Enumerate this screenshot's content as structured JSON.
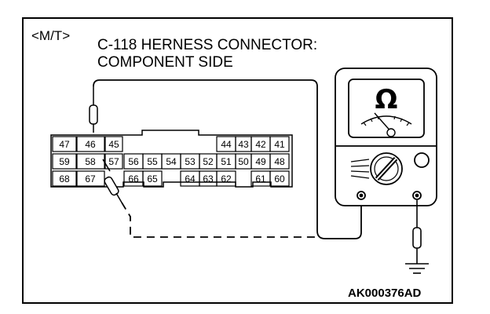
{
  "labels": {
    "variant": "<M/T>",
    "title_line1": "C-118 HERNESS CONNECTOR:",
    "title_line2": "COMPONENT SIDE",
    "figure_code": "AK000376AD",
    "ohm_symbol": "Ω"
  },
  "connector": {
    "row1": [
      "47",
      "46",
      "45",
      "44",
      "43",
      "42",
      "41"
    ],
    "row2": [
      "59",
      "58",
      "57",
      "56",
      "55",
      "54",
      "53",
      "52",
      "51",
      "50",
      "49",
      "48"
    ],
    "row3": [
      "68",
      "67",
      "66",
      "65",
      "64",
      "63",
      "62",
      "61",
      "60"
    ]
  },
  "icons": {
    "meter": "ohmmeter-icon",
    "ground": "ground-icon",
    "probe": "test-probe-icon"
  }
}
